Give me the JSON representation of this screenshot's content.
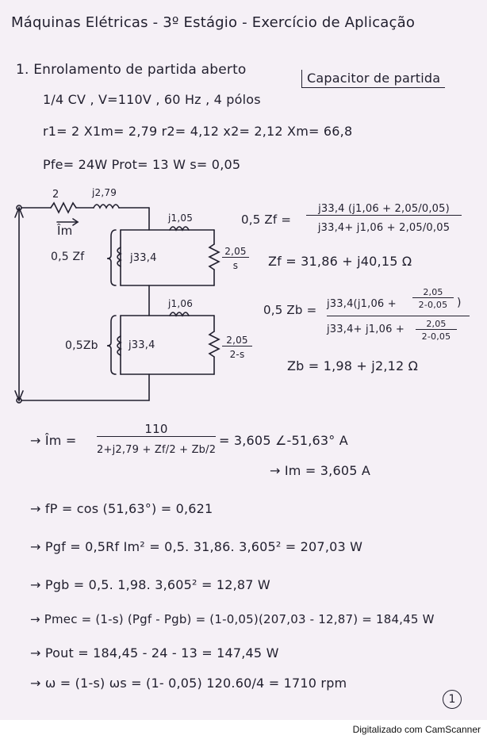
{
  "title": "Máquinas Elétricas - 3º Estágio - Exercício de Aplicação",
  "section": "1. Enrolamento de partida aberto",
  "box_label": "Capacitor de partida",
  "params": {
    "line1": "1/4 CV , V=110V , 60 Hz , 4 pólos",
    "line2": "r1= 2 X1m= 2,79 r2= 4,12 x2= 2,12 Xm= 66,8",
    "line3": "Pfe= 24W Prot= 13 W s= 0,05"
  },
  "circuit": {
    "r1": "2",
    "x1": "j2,79",
    "current": "Îm",
    "zf_label": "0,5 Zf",
    "zb_label": "0,5Zb",
    "jx2_top": "j1,05",
    "jx2_bottom": "j1,06",
    "jxm_top": "j33,4",
    "jxm_bottom": "j33,4",
    "r2s_num": "2,05",
    "r2s_den": "s",
    "r2b_num": "2,05",
    "r2b_den": "2-s"
  },
  "zf": {
    "lhs": "0,5 Zf =",
    "num": "j33,4 (j1,06 + 2,05/0,05)",
    "den": "j33,4+ j1,06 + 2,05/0,05",
    "result": "Zf = 31,86 + j40,15 Ω"
  },
  "zb": {
    "lhs": "0,5 Zb =",
    "num_a": "j33,4(j1,06 +",
    "num_frac_n": "2,05",
    "num_frac_d": "2-0,05",
    "num_close": ")",
    "den_a": "j33,4+ j1,06 +",
    "den_frac_n": "2,05",
    "den_frac_d": "2-0,05",
    "result": "Zb = 1,98 + j2,12 Ω"
  },
  "current": {
    "lhs": "→ Îm =",
    "num": "110",
    "den": "2+j2,79 + Zf/2 + Zb/2",
    "rhs": "= 3,605 ∠-51,63° A",
    "mag": "→ Im = 3,605 A"
  },
  "steps": [
    "→ fP = cos (51,63°) = 0,621",
    "→ Pgf = 0,5Rf Im² = 0,5. 31,86. 3,605² = 207,03 W",
    "→ Pgb = 0,5. 1,98. 3,605² = 12,87 W",
    "→ Pmec = (1-s) (Pgf - Pgb) = (1-0,05)(207,03 - 12,87) = 184,45 W",
    "→ Pout = 184,45 - 24 - 13 = 147,45 W",
    "→ ω = (1-s) ωs = (1- 0,05) 120.60/4 = 1710 rpm"
  ],
  "page_number": "1",
  "footer": "Digitalizado com CamScanner",
  "colors": {
    "paper": "#f5f0f6",
    "ink": "#22202f"
  }
}
